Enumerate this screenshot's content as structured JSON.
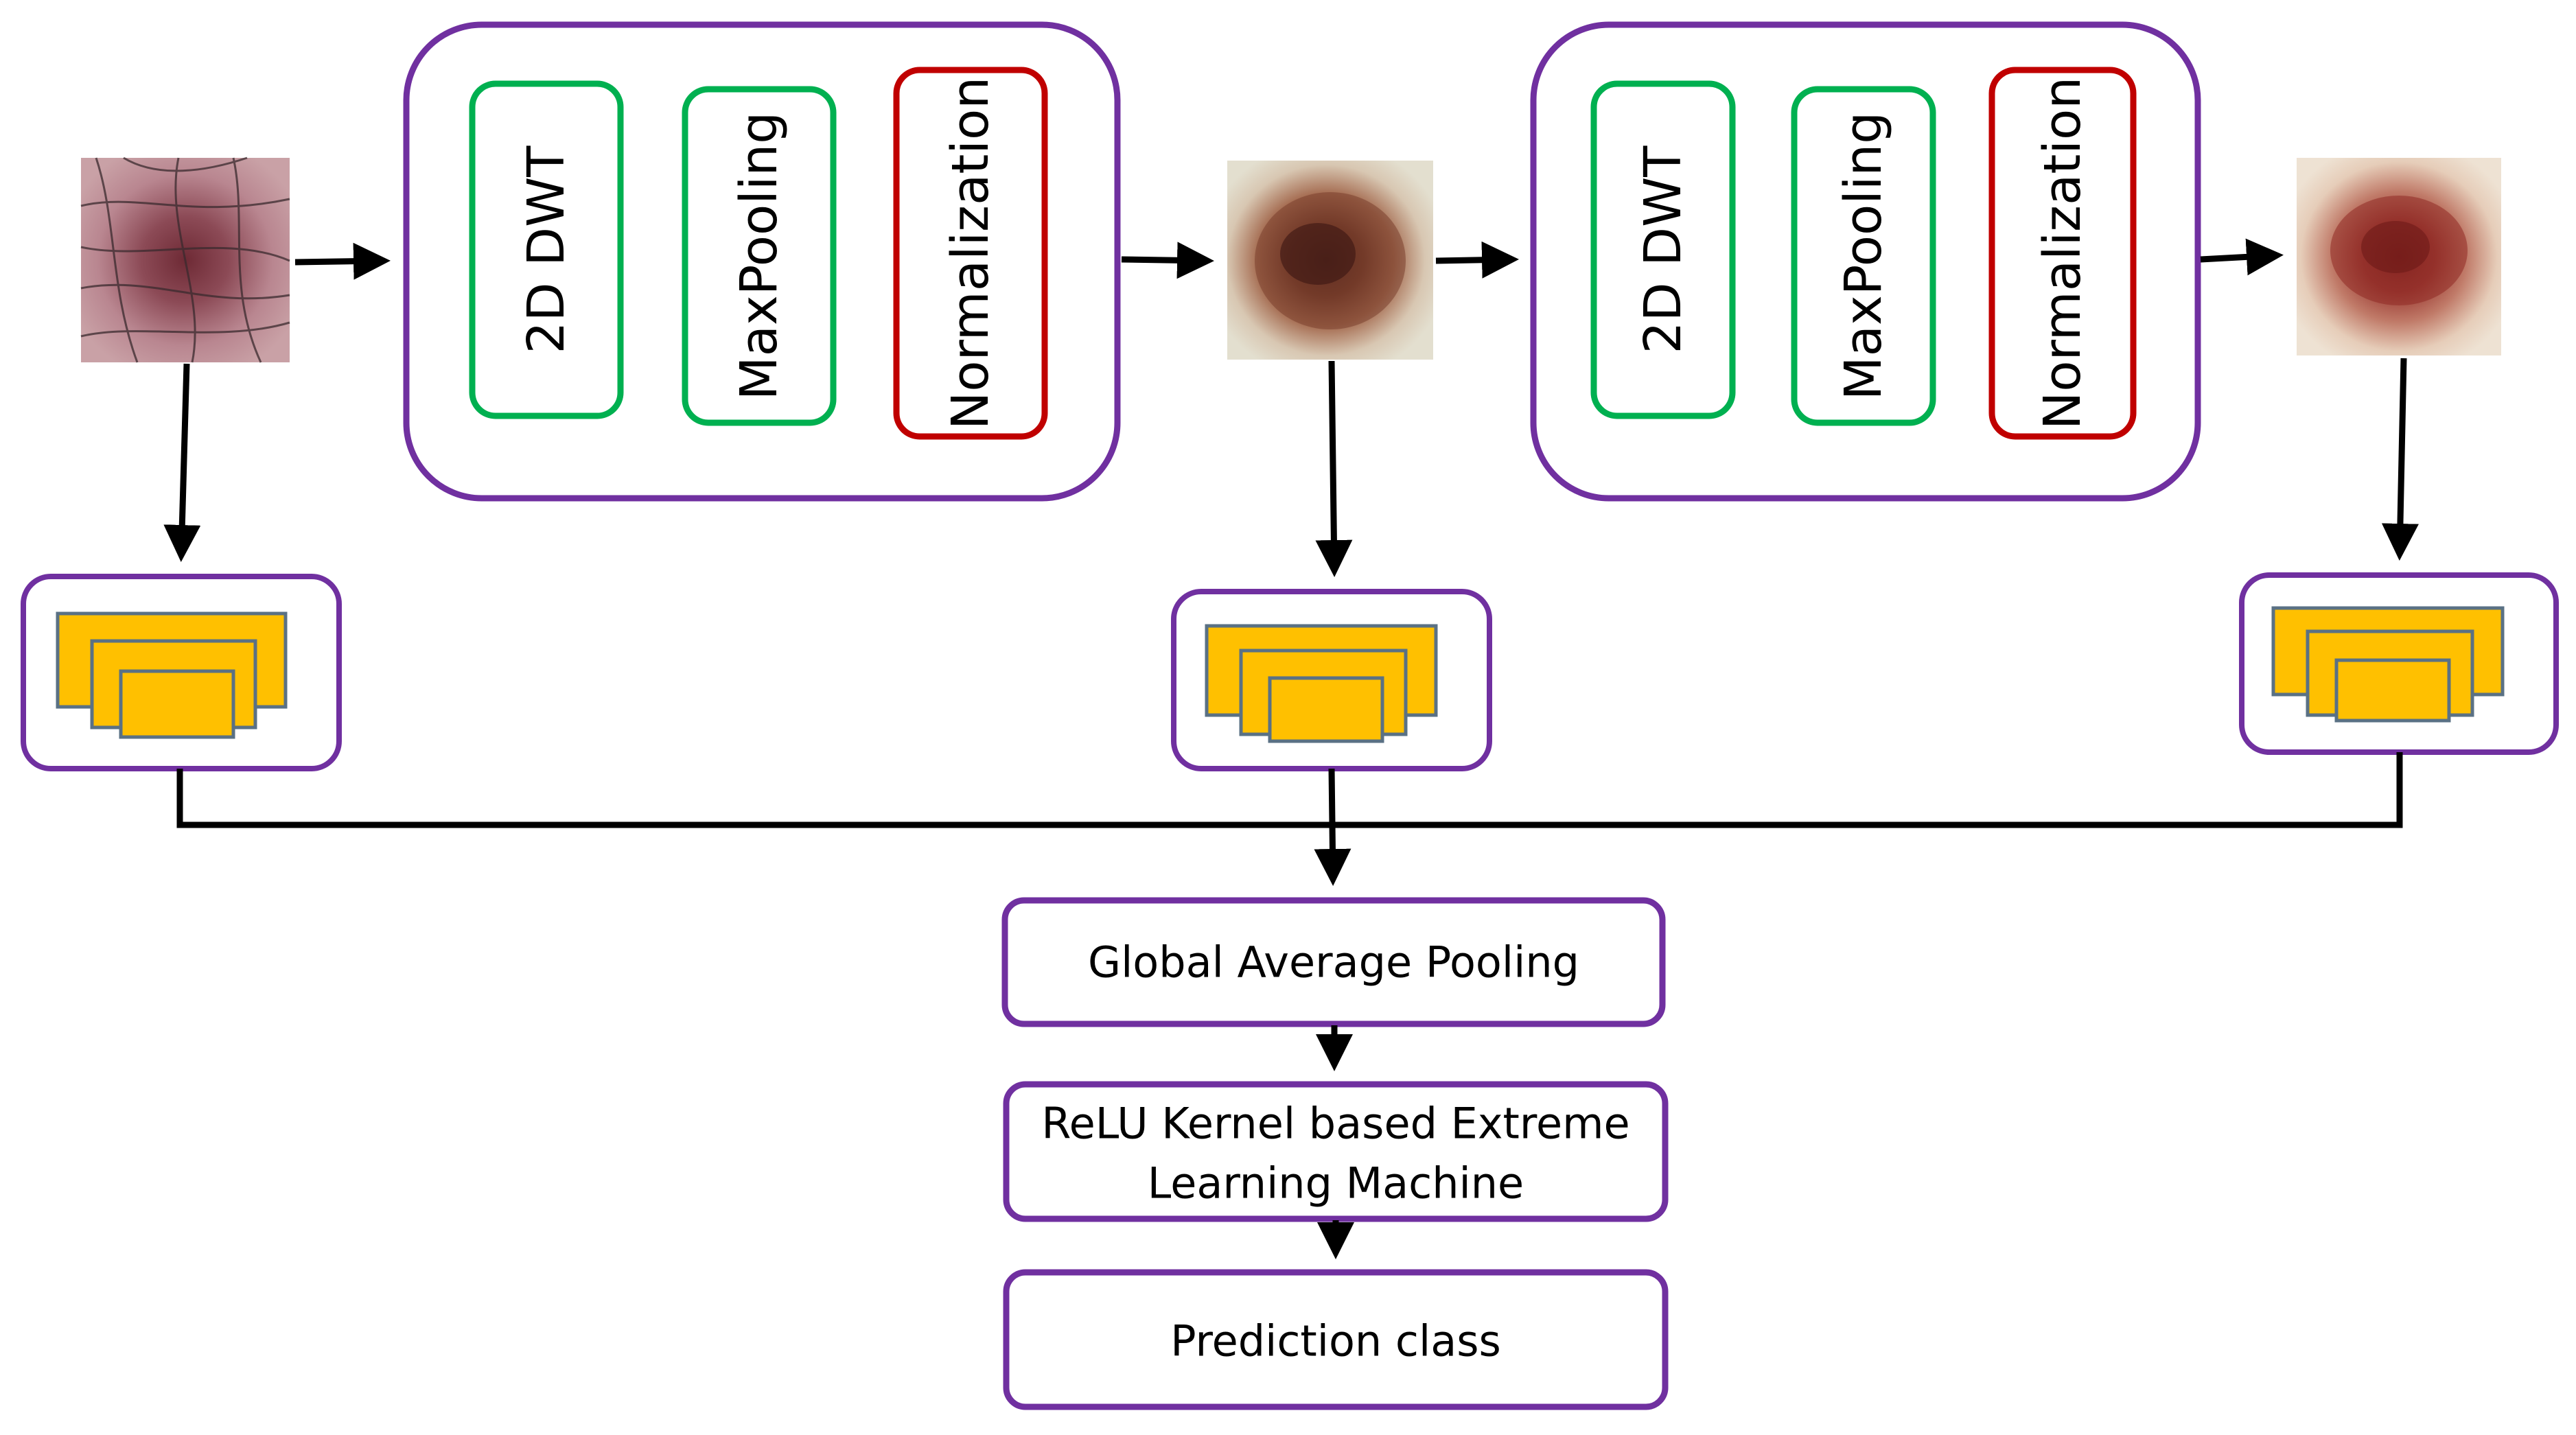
{
  "colors": {
    "purple": "#7030a0",
    "green": "#00b050",
    "red": "#c00000",
    "yellow": "#ffc000",
    "feature_edge": "#5a7184",
    "arrow": "#000000"
  },
  "stage1": {
    "dwt": "2D DWT",
    "maxpool": "MaxPooling",
    "norm": "Normalization"
  },
  "stage2": {
    "dwt": "2D DWT",
    "maxpool": "MaxPooling",
    "norm": "Normalization"
  },
  "head": {
    "gap": "Global Average Pooling",
    "elm_line1": "ReLU Kernel based Extreme",
    "elm_line2": "Learning Machine",
    "pred": "Prediction class"
  },
  "icons": {
    "lesion_input": "skin-lesion-image",
    "lesion_mid": "skin-lesion-image",
    "lesion_out": "skin-lesion-image",
    "feature_maps": "feature-map-stack-icon"
  }
}
